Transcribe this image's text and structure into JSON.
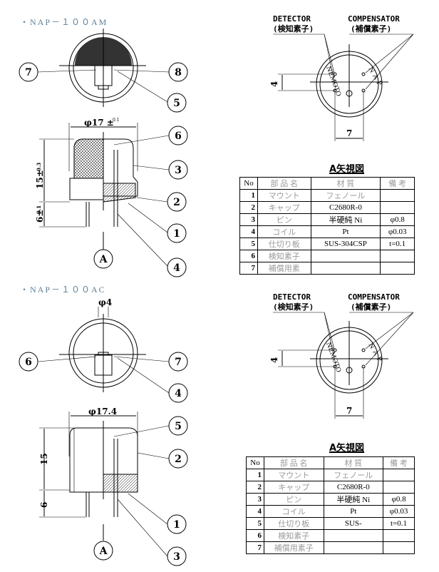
{
  "sections": [
    {
      "title": "・NAP－１００AM",
      "dims": {
        "diameter": "φ17 ±",
        "diameter_tol": "0.1",
        "height": "15±",
        "height_tol": "0.3",
        "pin": "6±",
        "pin_tol": "0.1"
      },
      "callouts": [
        "7",
        "8",
        "5",
        "6",
        "3",
        "2",
        "1",
        "4",
        "A"
      ],
      "pin_view": {
        "detector": "DETECTOR",
        "detector_jp": "(検知素子)",
        "compensator": "COMPENSATOR",
        "compensator_jp": "(補償素子)",
        "brand": "NEMOTO",
        "model": "NAP",
        "dim_v": "4",
        "dim_h": "7"
      },
      "table": {
        "title": "A矢視図",
        "headers": [
          "No",
          "部 品 名",
          "材 質",
          "備 考"
        ],
        "rows": [
          [
            "1",
            "マウント",
            "フェノール",
            ""
          ],
          [
            "2",
            "キャップ",
            "C2680R-0",
            ""
          ],
          [
            "3",
            "ピン",
            "半硬純 Ni",
            "φ0.8"
          ],
          [
            "4",
            "コイル",
            "Pt",
            "φ0.03"
          ],
          [
            "5",
            "仕切り板",
            "SUS-304CSP",
            "t=0.1"
          ],
          [
            "6",
            "検知素子",
            "",
            ""
          ],
          [
            "7",
            "補償用素",
            "",
            ""
          ]
        ]
      }
    },
    {
      "title": "・NAP－１００AC",
      "dims": {
        "diameter": "φ17.4",
        "height": "15",
        "pin": "6",
        "center": "φ4"
      },
      "callouts": [
        "6",
        "7",
        "4",
        "5",
        "2",
        "1",
        "3",
        "A"
      ],
      "pin_view": {
        "detector": "DETECTOR",
        "detector_jp": "(検知素子)",
        "compensator": "COMPENSATOR",
        "compensator_jp": "(補償素子)",
        "brand": "NEMOTO",
        "model": "NAP",
        "dim_v": "4",
        "dim_h": "7"
      },
      "table": {
        "title": "A矢視図",
        "headers": [
          "No",
          "部 品 名",
          "材 質",
          "備 考"
        ],
        "rows": [
          [
            "1",
            "マウント",
            "フェノール",
            ""
          ],
          [
            "2",
            "キャップ",
            "C2680R-0",
            ""
          ],
          [
            "3",
            "ピン",
            "半硬純 Ni",
            "φ0.8"
          ],
          [
            "4",
            "コイル",
            "Pt",
            "φ0.03"
          ],
          [
            "5",
            "仕切り板",
            "SUS-",
            "t=0.1"
          ],
          [
            "6",
            "検知素子",
            "",
            ""
          ],
          [
            "7",
            "補償用素子",
            "",
            ""
          ]
        ]
      }
    }
  ]
}
